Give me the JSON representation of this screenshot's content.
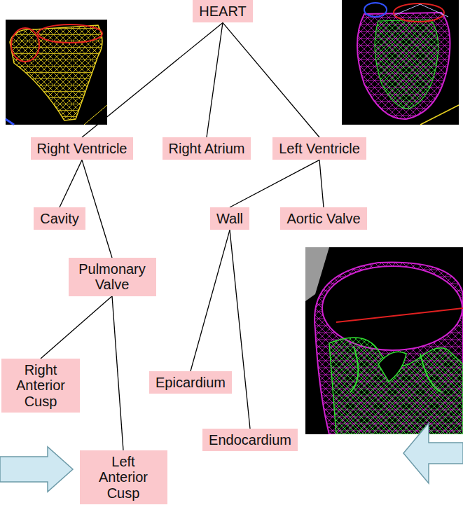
{
  "diagram": {
    "nodes": [
      {
        "text": [
          "HEART"
        ]
      },
      {
        "text": [
          "Right Ventricle"
        ]
      },
      {
        "text": [
          "Right Atrium"
        ]
      },
      {
        "text": [
          "Left Ventricle"
        ]
      },
      {
        "text": [
          "Cavity"
        ]
      },
      {
        "text": [
          "Wall"
        ]
      },
      {
        "text": [
          "Aortic Valve"
        ]
      },
      {
        "text": [
          "Pulmonary Valve"
        ]
      },
      {
        "text": [
          "Right Anterior Cusp"
        ]
      },
      {
        "text": [
          "Epicardium"
        ]
      },
      {
        "text": [
          "Endocardium"
        ]
      },
      {
        "text": [
          "Left Anterior Cusp"
        ]
      }
    ],
    "edges": [
      {
        "from": 0,
        "to": 1,
        "arrow": "none"
      },
      {
        "from": 0,
        "to": 2,
        "arrow": "none"
      },
      {
        "from": 0,
        "to": 3,
        "arrow": "none"
      },
      {
        "from": 1,
        "to": 4,
        "arrow": "none"
      },
      {
        "from": 1,
        "to": 7,
        "arrow": "none"
      },
      {
        "from": 3,
        "to": 5,
        "arrow": "none"
      },
      {
        "from": 3,
        "to": 6,
        "arrow": "none"
      },
      {
        "from": 5,
        "to": 9,
        "arrow": "none"
      },
      {
        "from": 5,
        "to": 10,
        "arrow": "none"
      },
      {
        "from": 7,
        "to": 8,
        "arrow": "none"
      },
      {
        "from": 7,
        "to": 11,
        "arrow": "none"
      }
    ]
  }
}
